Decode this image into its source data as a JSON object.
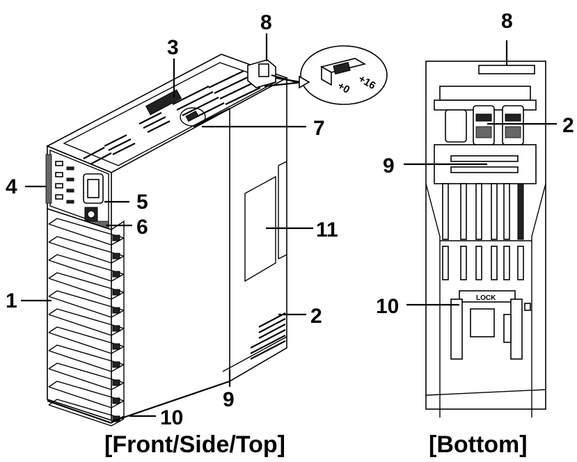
{
  "captions": {
    "front_view": "[Front/Side/Top]",
    "bottom_view": "[Bottom]"
  },
  "front_callouts": {
    "c1": "1",
    "c2": "2",
    "c3": "3",
    "c4": "4",
    "c5": "5",
    "c6": "6",
    "c7": "7",
    "c8": "8",
    "c9": "9",
    "c10": "10",
    "c11": "11"
  },
  "bottom_callouts": {
    "c2": "2",
    "c8": "8",
    "c9": "9",
    "c10": "10"
  },
  "switch_detail": {
    "plus16": "+16",
    "plus0": "+0"
  },
  "lock_label": "LOCK"
}
